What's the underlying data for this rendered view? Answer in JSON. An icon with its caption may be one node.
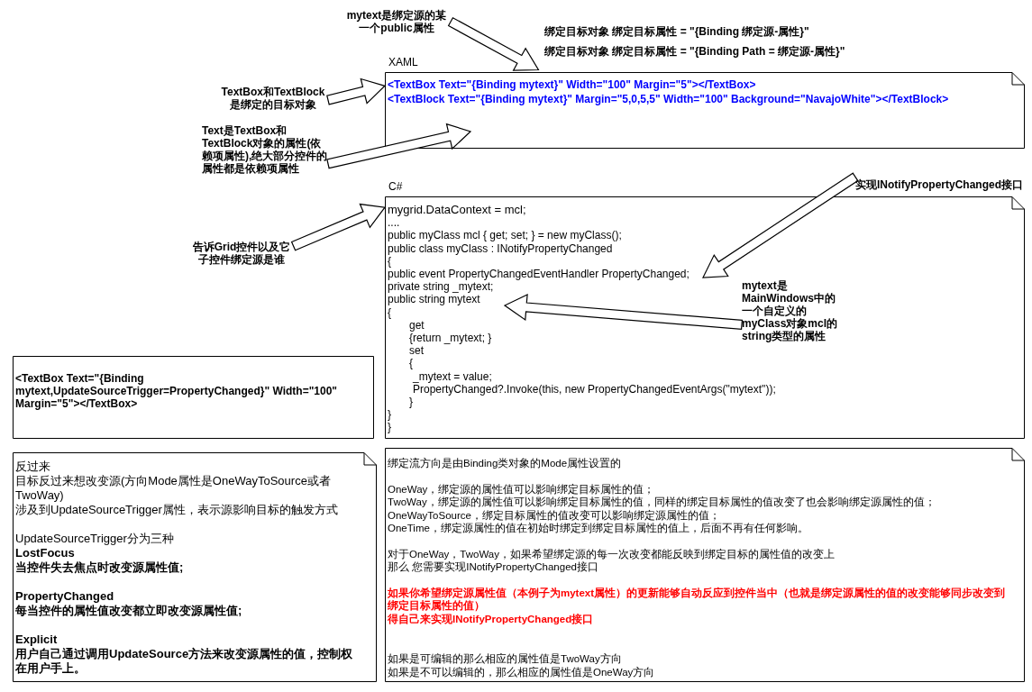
{
  "diagram": {
    "nodes": [
      {
        "text": [
          "mytext是绑定源的某一个public属性"
        ]
      },
      {
        "text": [
          "XAML",
          "<TextBox Text=\"{Binding mytext}\" Width=\"100\" Margin=\"5\"></TextBox>",
          "<TextBlock Text=\"{Binding mytext}\" Margin=\"5,0,5,5\" Width=\"100\" Background=\"NavajoWhite\"></TextBlock>"
        ]
      },
      {
        "text": [
          "TextBox和TextBlock是绑定的目标对象"
        ]
      },
      {
        "text": [
          "Text是TextBox和TextBlock对象的属性(依赖项属性),绝大部分控件的属性都是依赖项属性"
        ]
      },
      {
        "text": [
          "C#",
          "mygrid.DataContext = mcl;",
          "....",
          "public myClass mcl { get; set; } = new myClass();",
          "public class myClass : INotifyPropertyChanged",
          "{",
          "public event PropertyChangedEventHandler PropertyChanged;",
          "private string _mytext;",
          "public string mytext",
          "{",
          "get",
          "{return _mytext; }",
          "set",
          "{",
          "_mytext = value;",
          "PropertyChanged?.Invoke(this, new PropertyChangedEventArgs(\"mytext\"));",
          "}",
          "}",
          "}"
        ]
      },
      {
        "text": [
          "告诉Grid控件以及它子控件绑定源是谁"
        ]
      },
      {
        "text": [
          "实现INotifyPropertyChanged接口"
        ]
      },
      {
        "text": [
          "mytext是MainWindows中的一个自定义的myClass对象mcl的string类型的属性"
        ],
        "in": 4
      },
      {
        "text": [
          "<TextBox Text=\"{Binding mytext,UpdateSourceTrigger=PropertyChanged}\" Width=\"100\" Margin=\"5\"></TextBox>"
        ]
      },
      {
        "text": [
          "反过来",
          "目标反过来想改变源(方向Mode属性是OneWayToSource或者TwoWay)",
          "涉及到UpdateSourceTrigger属性，表示源影响目标的触发方式",
          "UpdateSourceTrigger分为三种",
          "LostFocus",
          "当控件失去焦点时改变源属性值;",
          "PropertyChanged",
          "每当控件的属性值改变都立即改变源属性值;",
          "Explicit",
          "用户自己通过调用UpdateSource方法来改变源属性的值，控制权在用户手上。"
        ]
      },
      {
        "text": [
          "绑定流方向是由Binding类对象的Mode属性设置的",
          "OneWay，绑定源的属性值可以影响绑定目标属性的值；",
          "TwoWay，绑定源的属性值可以影响绑定目标属性的值，同样的绑定目标属性的值改变了也会影响绑定源属性的值；",
          "OneWayToSource，绑定目标属性的值改变可以影响绑定源属性的值；",
          "OneTime，绑定源属性的值在初始时绑定到绑定目标属性的值上，后面不再有任何影响。",
          "对于OneWay，TwoWay，如果希望绑定源的每一次改变都能反映到绑定目标的属性值的改变上",
          "那么 您需要实现INotifyPropertyChanged接口",
          "如果你希望绑定源属性值（本例子为mytext属性）的更新能够自动反应到控件当中（也就是绑定源属性的值的改变能够同步改变到绑定目标属性的值）",
          "得自己来实现INotifyPropertyChanged接口",
          "如果是可编辑的那么相应的属性值是TwoWay方向",
          "如果是不可以编辑的，那么相应的属性值是OneWay方向"
        ]
      }
    ],
    "edges": [
      {
        "from": 0,
        "to": 1,
        "arrow": "to"
      },
      {
        "from": 2,
        "to": 1,
        "arrow": "to"
      },
      {
        "from": 3,
        "to": null,
        "arrow": "to"
      },
      {
        "from": 5,
        "to": 4,
        "arrow": "to"
      },
      {
        "from": 6,
        "to": null,
        "arrow": "to"
      },
      {
        "from": 7,
        "to": null,
        "arrow": "to"
      }
    ],
    "labels": [
      "绑定目标对象 绑定目标属性 = \"{Binding 绑定源-属性}\"",
      "绑定目标对象 绑定目标属性 = \"{Binding Path = 绑定源-属性}\""
    ]
  }
}
